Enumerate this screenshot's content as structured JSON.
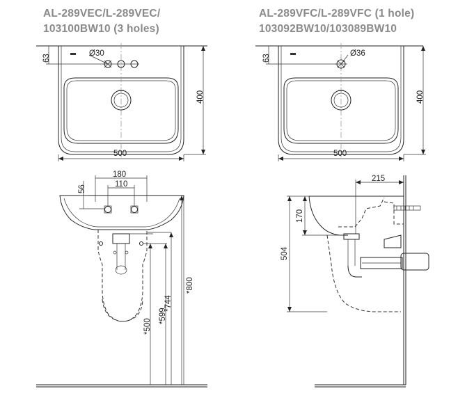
{
  "titles": {
    "left_line1": "AL-289VEC/L-289VEC/",
    "left_line2": "103100BW10 (3 holes)",
    "right_line1": "AL-289VFC/L-289VFC (1 hole)",
    "right_line2": "103092BW10/103089BW10"
  },
  "dimensions": {
    "left_top": {
      "hole_offset": "63",
      "hole_diameter": "Ø30",
      "height": "400",
      "width": "500"
    },
    "right_top": {
      "hole_offset": "63",
      "hole_diameter": "Ø36",
      "height": "400",
      "width": "500"
    },
    "left_front": {
      "span_outer": "180",
      "span_inner": "110",
      "offset": "56",
      "h1": "*500",
      "h2": "*599",
      "h3": "*744",
      "h4": "*800"
    },
    "right_side": {
      "depth": "215",
      "rim": "170",
      "height": "504"
    }
  },
  "colors": {
    "title": "#8a8a8a",
    "line": "#222222"
  }
}
